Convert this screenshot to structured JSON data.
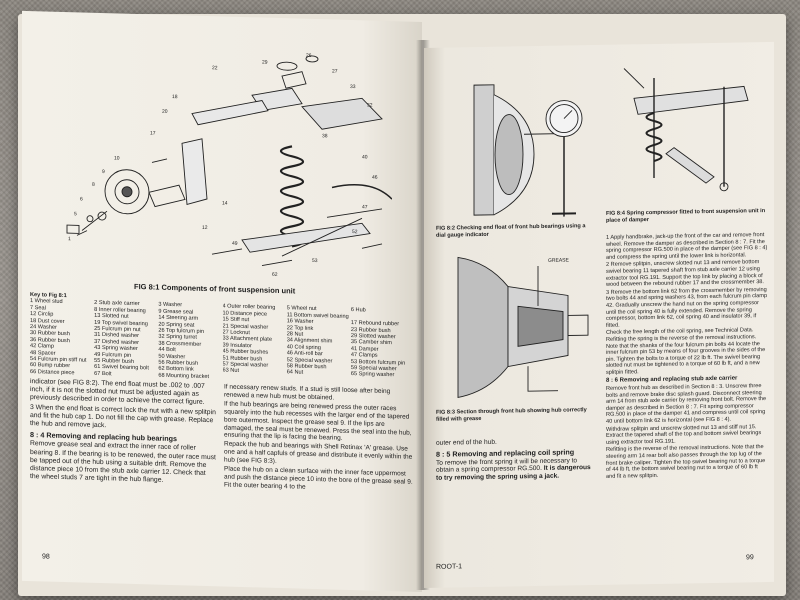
{
  "left_page": {
    "figure_title": "FIG 8:1 Components of front suspension unit",
    "key_title": "Key to Fig 8:1",
    "key_rows": [
      [
        "1 Wheel stud",
        "2 Stub axle carrier",
        "3 Washer",
        "4 Outer roller bearing",
        "5 Wheel nut",
        "6 Hub"
      ],
      [
        "7 Seal",
        "8 Inner roller bearing",
        "9 Grease seal",
        "10 Distance piece",
        "11 Bottom swivel bearing",
        ""
      ],
      [
        "12 Circlip",
        "13 Slotted nut",
        "14 Steering arm",
        "15 Stiff nut",
        "16 Washer",
        "17 Rebound rubber"
      ],
      [
        "18 Dust cover",
        "19 Top swivel bearing",
        "20 Spring seat",
        "21 Special washer",
        "22 Top link",
        "23 Rubber bush"
      ],
      [
        "24 Washer",
        "25 Fulcrum pin nut",
        "26 Top fulcrum pin",
        "27 Locknut",
        "28 Nut",
        "29 Slotted washer"
      ],
      [
        "30 Rubber bush",
        "31 Dished washer",
        "32 Spring turret",
        "33 Attachment plate",
        "34 Alignment shim",
        "35 Camber shim"
      ],
      [
        "36 Rubber bush",
        "37 Dished washer",
        "38 Crossmember",
        "39 Insulator",
        "40 Coil spring",
        "41 Damper"
      ],
      [
        "42 Clamp",
        "43 Spring washer",
        "44 Bolt",
        "45 Rubber bushes",
        "46 Anti-roll bar",
        "47 Clamps"
      ],
      [
        "48 Spacer",
        "49 Fulcrum pin",
        "50 Washer",
        "51 Rubber bush",
        "52 Special washer",
        "53 Bottom fulcrum pin"
      ],
      [
        "54 Fulcrum pin stiff nut",
        "55 Rubber bush",
        "56 Rubber bush",
        "57 Special washer",
        "58 Rubber bush",
        "59 Special washer"
      ],
      [
        "60 Bump rubber",
        "61 Swivel bearing bolt",
        "62 Bottom link",
        "63 Nut",
        "64 Nut",
        "65 Spring washer"
      ],
      [
        "66 Distance piece",
        "67 Bolt",
        "68 Mounting bracket",
        "",
        "",
        ""
      ]
    ],
    "col1": {
      "p1": "indicator (see FIG 8:2). The end float must be .002 to .007 inch, if it is not the slotted nut must be adjusted again as previously described in order to achieve the correct figure.",
      "p2": "3 When the end float is correct lock the nut with a new splitpin and fit the hub cap 1. Do not fill the cap with grease. Replace the hub and remove jack.",
      "h1": "8 : 4 Removing and replacing hub bearings",
      "p3": "Remove grease seal and extract the inner race of roller bearing 8. If the bearing is to be renewed, the outer race must be tapped out of the hub using a suitable drift. Remove the distance piece 10 from the stub axle carrier 12. Check that the wheel studs 7 are tight in the hub flange."
    },
    "col2": {
      "p1": "If necessary renew studs. If a stud is still loose after being renewed a new hub must be obtained.",
      "p2": "If the hub bearings are being renewed press the outer races squarely into the hub recesses with the larger end of the tapered bore outermost. Inspect the grease seal 9. If the lips are damaged, the seal must be renewed. Press the seal into the hub, ensuring that the lip is facing the bearing.",
      "p3": "Repack the hub and bearings with Shell Retinax 'A' grease. Use one and a half capfuls of grease and distribute it evenly within the hub (see FIG 8:3).",
      "p4": "Place the hub on a clean surface with the inner face uppermost and push the distance piece 10 into the bore of the grease seal 9. Fit the outer bearing 4 to the"
    },
    "page_number": "98"
  },
  "right_page": {
    "fig2_caption": "FIG 8:2 Checking end float of front hub bearings using a dial gauge indicator",
    "fig3_caption": "FIG 8:3 Section through front hub showing hub correctly filled with grease",
    "fig4_caption": "FIG 8:4 Spring compressor fitted to front suspension unit in place of damper",
    "grease_label": "GREASE",
    "outer_end": "outer end of the hub.",
    "h5": "8 : 5 Removing and replacing coil spring",
    "p5": "To remove the front spring it will be necessary to obtain a spring compressor RG.500.",
    "p5b": "It is dangerous to try removing the spring using a jack.",
    "steps": [
      "1 Apply handbrake, jack-up the front of the car and remove front wheel. Remove the damper as described in Section 8 : 7. Fit the spring compressor RG.500 in place of the damper (see FIG 8 : 4) and compress the spring until the lower link is horizontal.",
      "2 Remove splitpin, unscrew slotted nut 13 and remove bottom swivel bearing 11 tapered shaft from stub axle carrier 12 using extractor tool RG.191. Support the top link by placing a block of wood between the rebound rubber 17 and the crossmember 38.",
      "3 Remove the bottom link 62 from the crossmember by removing two bolts 44 and spring washers 43, from each fulcrum pin clamp 42. Gradually unscrew the hand nut on the spring compressor until the coil spring 40 is fully extended. Remove the spring compressor, bottom link 62, coil spring 40 and insulator 39, if fitted."
    ],
    "p6": "Check the free length of the coil spring, see Technical Data. Refitting the spring is the reverse of the removal instructions. Note that the shanks of the four fulcrum pin bolts 44 locate the inner fulcrum pin 53 by means of four grooves in the sides of the pin. Tighten the bolts to a torque of 22 lb ft. The swivel bearing slotted nut must be tightened to a torque of 60 lb ft, and a new splitpin fitted.",
    "h6": "8 : 6 Removing and replacing stub axle carrier",
    "p7": "Remove front hub as described in Section 8 : 3. Unscrew three bolts and remove brake disc splash guard. Disconnect steering arm 14 from stub axle carrier by removing front bolt. Remove the damper as described in Section 8 : 7. Fit spring compressor RG.500 in place of the damper 41 and compress until coil spring 40 until bottom link 62 is horizontal (see FIG 8 : 4).",
    "p8": "Withdraw splitpin and unscrew slotted nut 13 and stiff nut 15. Extract the tapered shaft of the top and bottom swivel bearings using extractor tool RG.191.",
    "p9": "Refitting is the reverse of the removal instructions. Note that the steering arm 14 rear bolt also passes through the top lug of the front brake caliper. Tighten the top swivel bearing nut to a torque of 44 lb ft, the bottom swivel bearing nut to a torque of 60 lb ft and fit a new splitpin.",
    "footer": "ROOT-1",
    "page_number": "99"
  }
}
